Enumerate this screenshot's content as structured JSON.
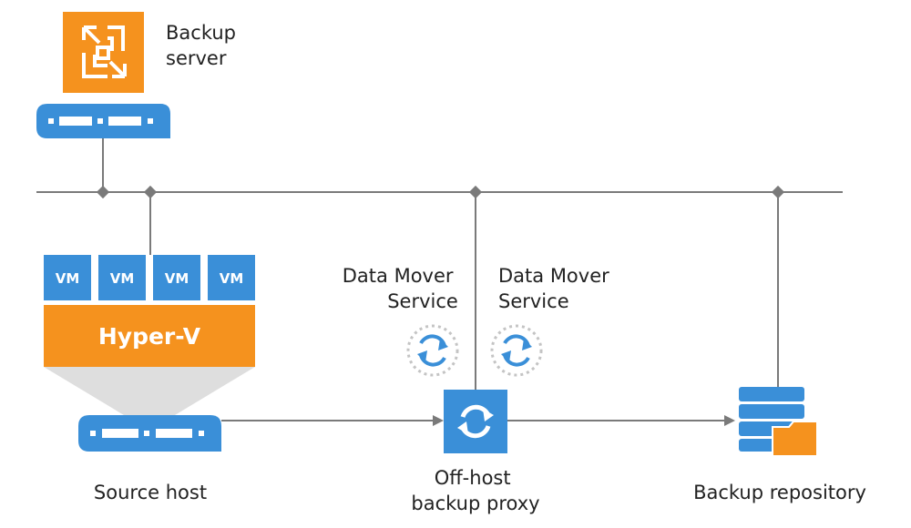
{
  "colors": {
    "blue": "#3a8fd8",
    "orange": "#f5921e",
    "line": "#7a7a7a",
    "cone": "#dedede"
  },
  "icons": {
    "backup_server": "backup-server-logo-icon",
    "server": "server-rack-icon",
    "sync": "sync-arrows-icon",
    "repository": "database-folder-icon"
  },
  "labels": {
    "backup_server": [
      "Backup",
      "server"
    ],
    "source_host": "Source host",
    "proxy": [
      "Off-host",
      "backup proxy"
    ],
    "repository": "Backup repository",
    "data_mover_left": [
      "Data Mover",
      "Service"
    ],
    "data_mover_right": [
      "Data Mover",
      "Service"
    ]
  },
  "vms": [
    "VM",
    "VM",
    "VM",
    "VM"
  ],
  "hypervisor": "Hyper-V"
}
